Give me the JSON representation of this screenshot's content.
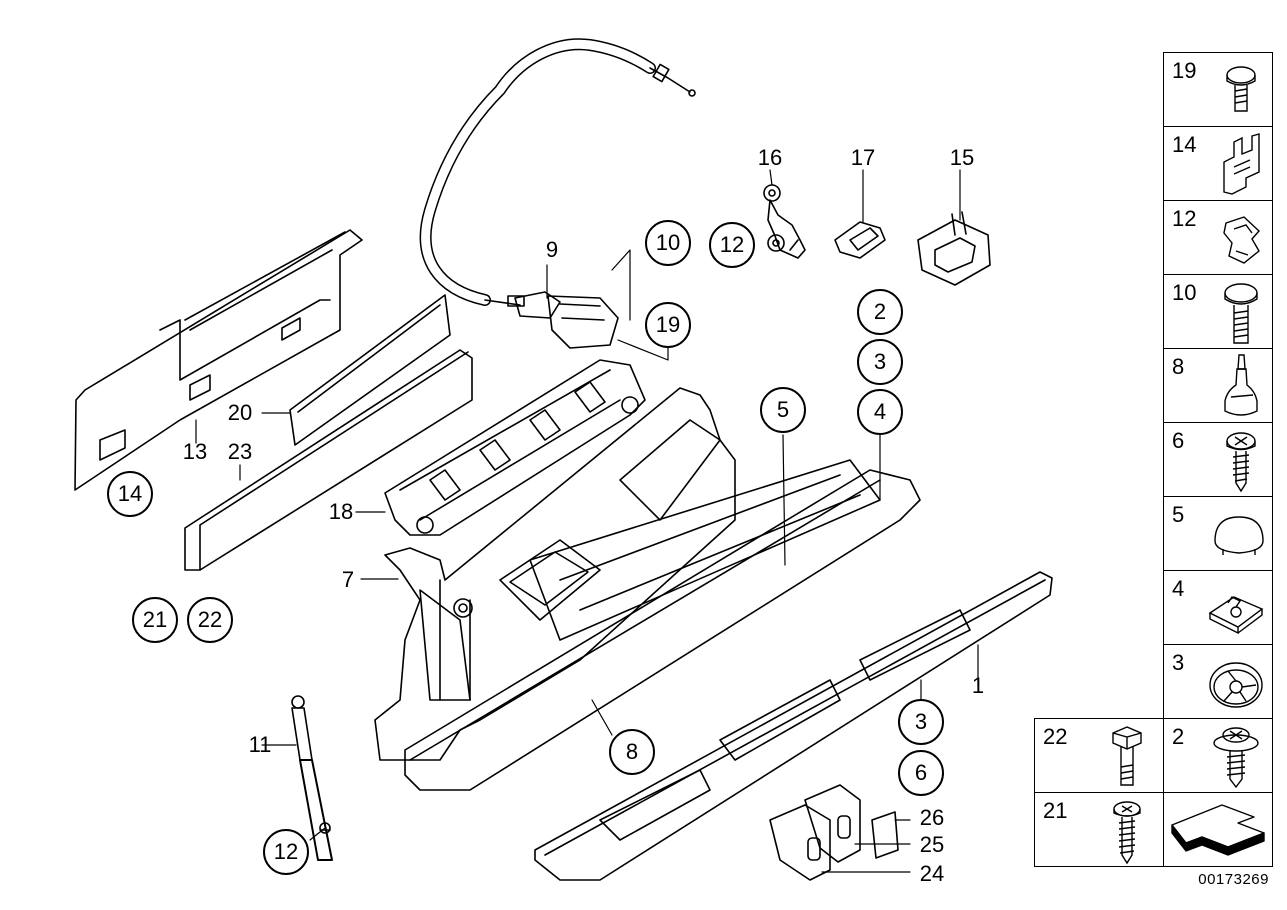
{
  "diagram_id": "00173269",
  "callouts": [
    {
      "id": "c9",
      "text": "9"
    },
    {
      "id": "c16",
      "text": "16"
    },
    {
      "id": "c17",
      "text": "17"
    },
    {
      "id": "c15",
      "text": "15"
    },
    {
      "id": "c20",
      "text": "20"
    },
    {
      "id": "c13",
      "text": "13"
    },
    {
      "id": "c23",
      "text": "23"
    },
    {
      "id": "c18",
      "text": "18"
    },
    {
      "id": "c7",
      "text": "7"
    },
    {
      "id": "c11",
      "text": "11"
    },
    {
      "id": "c1",
      "text": "1"
    },
    {
      "id": "c26",
      "text": "26"
    },
    {
      "id": "c25",
      "text": "25"
    },
    {
      "id": "c24",
      "text": "24"
    }
  ],
  "circled": [
    {
      "id": "k10",
      "text": "10"
    },
    {
      "id": "k19",
      "text": "19"
    },
    {
      "id": "k12a",
      "text": "12"
    },
    {
      "id": "k2",
      "text": "2"
    },
    {
      "id": "k3a",
      "text": "3"
    },
    {
      "id": "k4",
      "text": "4"
    },
    {
      "id": "k5",
      "text": "5"
    },
    {
      "id": "k14",
      "text": "14"
    },
    {
      "id": "k21",
      "text": "21"
    },
    {
      "id": "k22",
      "text": "22"
    },
    {
      "id": "k8",
      "text": "8"
    },
    {
      "id": "k3b",
      "text": "3"
    },
    {
      "id": "k6",
      "text": "6"
    },
    {
      "id": "k12b",
      "text": "12"
    }
  ],
  "legend": [
    {
      "num": "19",
      "icon": "screw-torx-icon"
    },
    {
      "num": "14",
      "icon": "clip-bracket-icon"
    },
    {
      "num": "12",
      "icon": "clip-nut-icon"
    },
    {
      "num": "10",
      "icon": "bolt-icon"
    },
    {
      "num": "8",
      "icon": "rubber-buffer-icon"
    },
    {
      "num": "6",
      "icon": "screw-self-tapping-icon"
    },
    {
      "num": "5",
      "icon": "cap-plug-icon"
    },
    {
      "num": "4",
      "icon": "speed-nut-icon"
    },
    {
      "num": "3",
      "icon": "washer-icon"
    },
    {
      "num": "22",
      "icon": "hex-bolt-icon"
    },
    {
      "num": "2",
      "icon": "screw-washer-icon"
    },
    {
      "num": "21",
      "icon": "screw-icon"
    },
    {
      "num": "",
      "icon": "arrow-direction-icon"
    }
  ]
}
